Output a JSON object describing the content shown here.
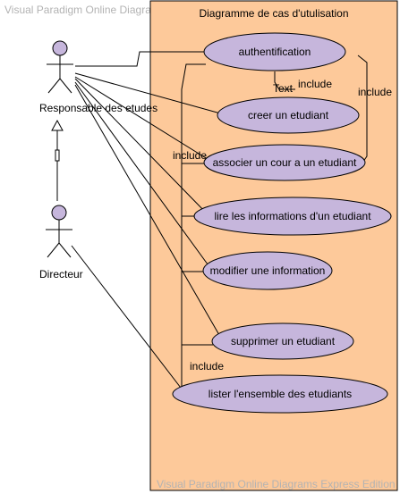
{
  "watermark": {
    "top": "Visual Paradigm Online Diagrams Express Edition",
    "bottom": "Visual Paradigm Online Diagrams Express Edition"
  },
  "system_boundary": {
    "title": "Diagramme de cas d'utulisation",
    "fill": "#fdc99a"
  },
  "actors": {
    "responsable": "Responsable des etudes",
    "directeur": "Directeur"
  },
  "use_cases": [
    {
      "label": "authentification"
    },
    {
      "label": "creer un etudiant"
    },
    {
      "label": "associer un cour a un etudiant"
    },
    {
      "label": "lire les informations d'un etudiant"
    },
    {
      "label": "modifier une information"
    },
    {
      "label": "supprimer un etudiant"
    },
    {
      "label": "lister l'ensemble des etudiants"
    }
  ],
  "relations": {
    "include_1": "include",
    "include_2": "include",
    "include_3": "include",
    "include_4": "include",
    "text_label": "Text"
  },
  "colors": {
    "use_case_fill": "#c6b6dc",
    "boundary_fill": "#fdc99a",
    "watermark": "#b3b3b3"
  }
}
